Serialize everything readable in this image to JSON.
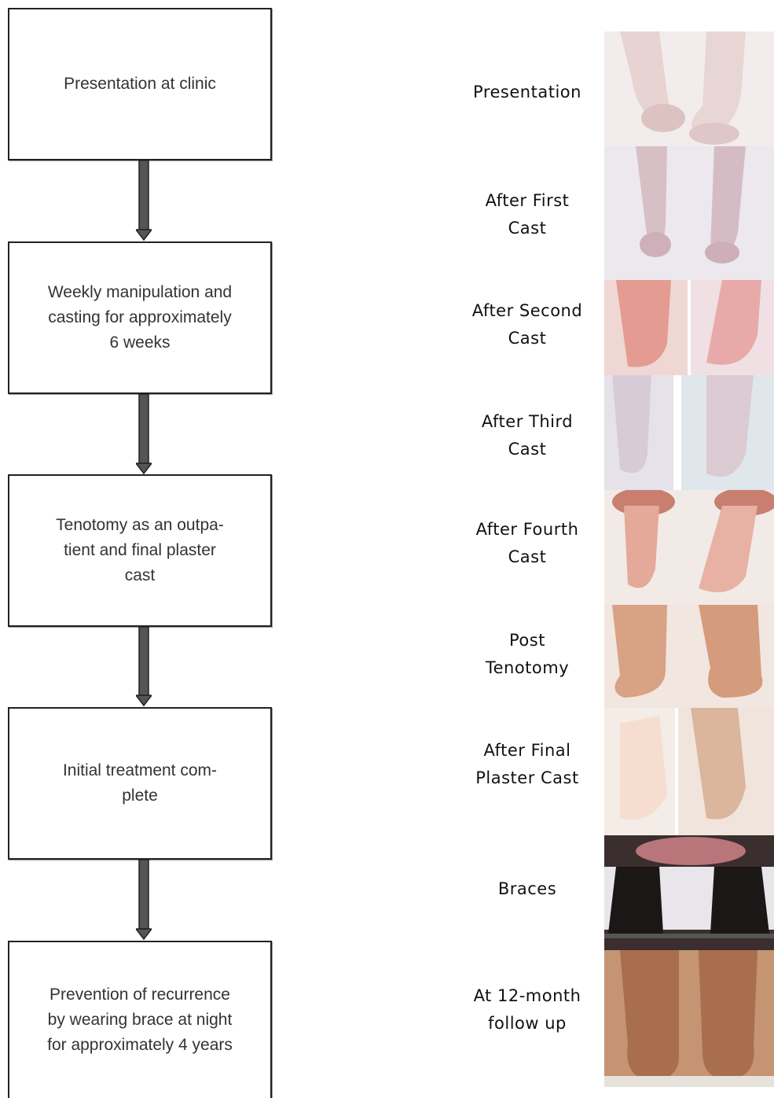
{
  "flowchart": {
    "steps": [
      {
        "text": "Presentation at clinic"
      },
      {
        "text": "Weekly manipulation and\ncasting for approximately\n6 weeks"
      },
      {
        "text": "Tenotomy as an outpa-\ntient and final plaster\ncast"
      },
      {
        "text": "Initial treatment com-\nplete"
      },
      {
        "text": "Prevention of recurrence\nby wearing brace at night\nfor approximately 4 years"
      }
    ]
  },
  "stages": [
    {
      "label": "Presentation",
      "tone": "#e9d8d6"
    },
    {
      "label": "After First\nCast",
      "tone": "#d9c2c8"
    },
    {
      "label": "After Second\nCast",
      "tone": "#e7a9a3"
    },
    {
      "label": "After Third\nCast",
      "tone": "#d8d0dc"
    },
    {
      "label": "After Fourth\nCast",
      "tone": "#e7b3a6"
    },
    {
      "label": "Post\nTenotomy",
      "tone": "#d9a083"
    },
    {
      "label": "After Final\nPlaster Cast",
      "tone": "#ead7cc"
    },
    {
      "label": "Braces",
      "tone": "#2a2222"
    },
    {
      "label": "At 12-month\nfollow up",
      "tone": "#b47d5c"
    }
  ]
}
